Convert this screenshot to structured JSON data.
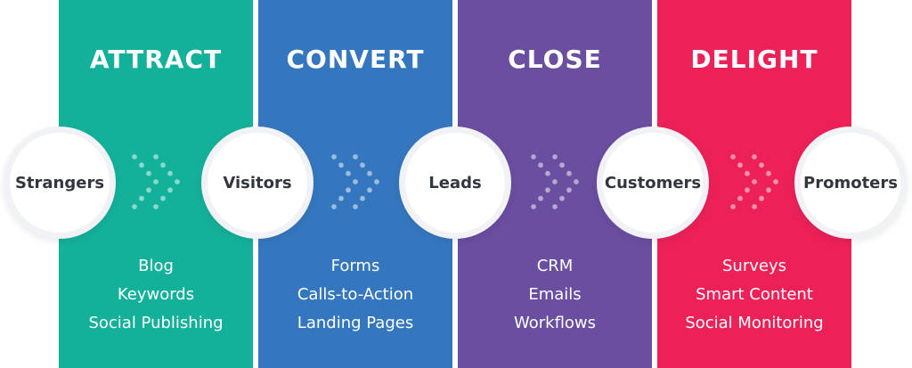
{
  "stages": [
    {
      "label": "ATTRACT",
      "color": "#14B19A",
      "items": [
        "Blog",
        "Keywords",
        "Social Publishing"
      ]
    },
    {
      "label": "CONVERT",
      "color": "#3577BF",
      "items": [
        "Forms",
        "Calls-to-Action",
        "Landing Pages"
      ]
    },
    {
      "label": "CLOSE",
      "color": "#6A4EA0",
      "items": [
        "CRM",
        "Emails",
        "Workflows"
      ]
    },
    {
      "label": "DELIGHT",
      "color": "#EC2158",
      "items": [
        "Surveys",
        "Smart Content",
        "Social Monitoring"
      ]
    }
  ],
  "personas": [
    {
      "label": "Strangers"
    },
    {
      "label": "Visitors"
    },
    {
      "label": "Leads"
    },
    {
      "label": "Customers"
    },
    {
      "label": "Promoters"
    }
  ],
  "colors": {
    "stage_text": "#FFFFFF",
    "persona_text": "#32363E",
    "arrow_dots": "rgba(255,255,255,0.5)",
    "persona_ring": "#F1F2F6"
  }
}
